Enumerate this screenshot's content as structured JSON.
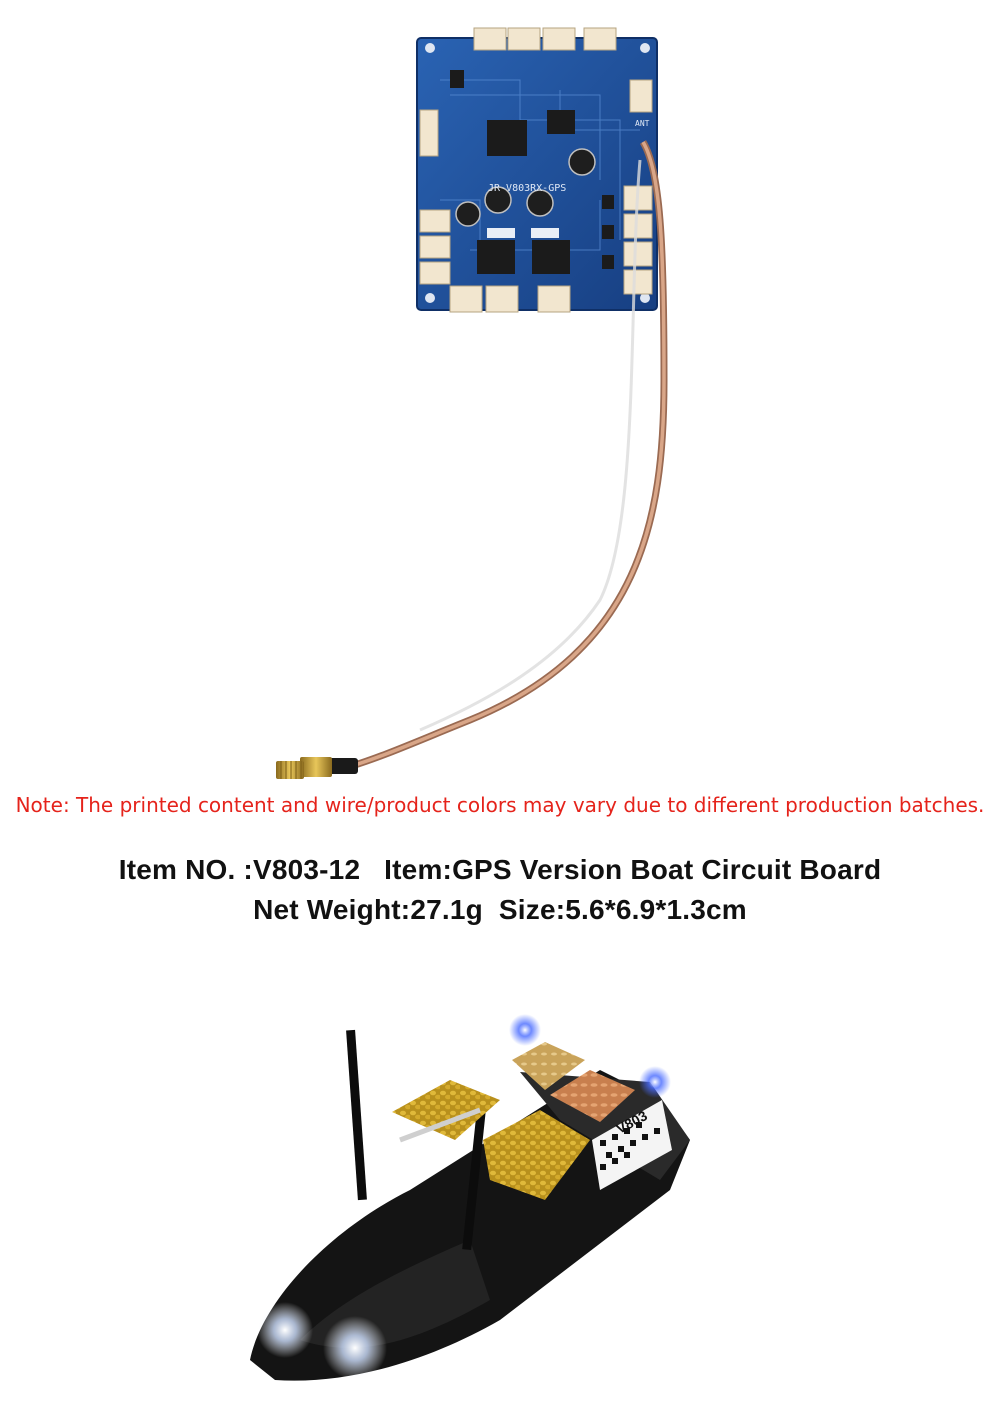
{
  "product": {
    "note": "Note: The printed content and wire/product colors may vary due to different production batches.",
    "item_no_label": "Item NO. :",
    "item_no_value": "V803-12",
    "item_label": "Item:",
    "item_value": "GPS Version Boat Circuit Board",
    "weight_label": "Net Weight:",
    "weight_value": "27.1g",
    "size_label": "Size:",
    "size_value": "5.6*6.9*1.3cm"
  },
  "board_print": {
    "model": "JR-V803RX-GPS",
    "ant": "ANT"
  },
  "boat_print": {
    "model": "V803"
  },
  "colors": {
    "note_red": "#e5231b",
    "pcb_blue": "#1c4f9a",
    "connector_beige": "#f2e6cf",
    "cable_copper": "#c98c6a",
    "sma_gold": "#c9a23a",
    "boat_black": "#141414",
    "bait_yellow": "#c8a227"
  }
}
